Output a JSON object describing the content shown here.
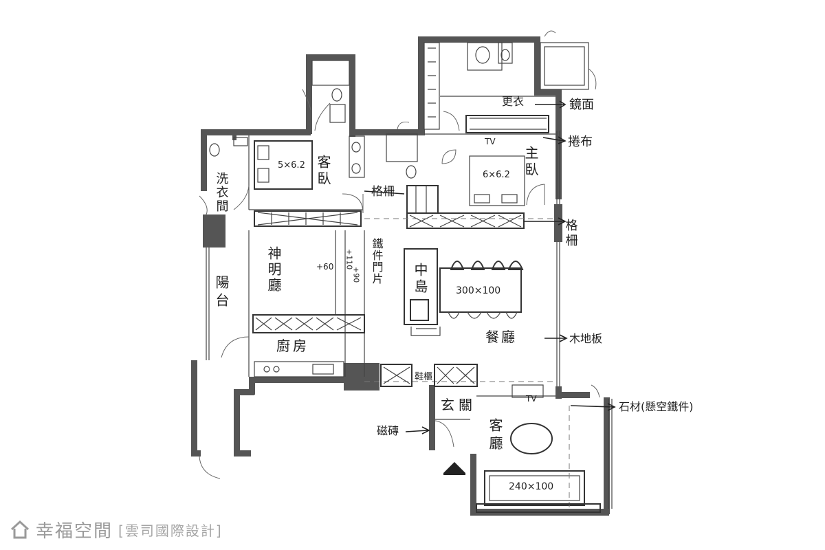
{
  "rooms": {
    "laundry": "洗衣間",
    "balcony": "陽台",
    "guest_bedroom": "客臥",
    "guest_bed_size": "5×6.2",
    "master_bedroom": "主臥",
    "master_bed_size": "6×6.2",
    "altar_hall": "神明廳",
    "kitchen": "廚房",
    "island": "中島",
    "dining_table": "300×100",
    "dining_room": "餐廳",
    "foyer": "玄關",
    "living_room": "客廳",
    "sofa_size": "240×100",
    "walk_in_closet": "更衣",
    "tv": "TV",
    "tv2": "TV",
    "shoe": "鞋櫃"
  },
  "annotations": {
    "mirror": "鏡面",
    "curtain": "捲布",
    "grille_top": "格柵",
    "grille_right": "格柵",
    "iron_door": "鐵件門片",
    "plus_60": "+60",
    "plus_90": "+90",
    "plus_110": "+110",
    "wood_floor": "木地板",
    "stone": "石材(懸空鐵件)",
    "tile": "磁磚"
  },
  "watermark": {
    "brand": "幸福空間",
    "credit": "[雲司國際設計]"
  },
  "colors": {
    "wall": "#555555",
    "ink": "#222222",
    "watermark": "#9a9a9a"
  }
}
